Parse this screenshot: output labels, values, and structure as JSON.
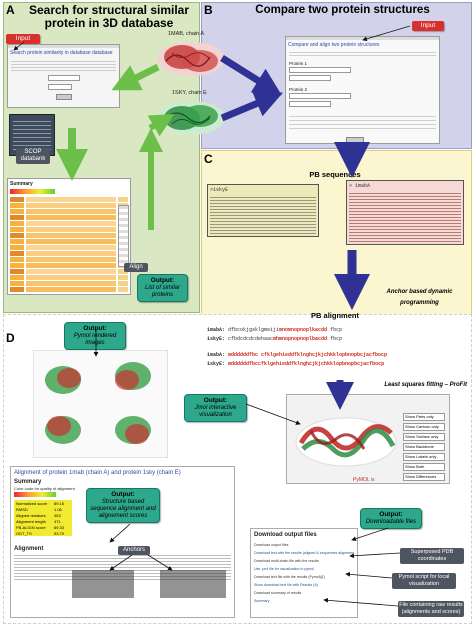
{
  "panelA": {
    "letter": "A",
    "title": "Search for structural similar protein in 3D database",
    "input_tag": "Input",
    "shot_title": "Search protein similarity in database database",
    "scop_tag": "SCOP databank",
    "results_title": "Summary",
    "align_tag": "Align",
    "output_label": "Output:",
    "output_text": "List of similar proteins"
  },
  "panelB": {
    "letter": "B",
    "title": "Compare two protein structures",
    "input_tag": "Input",
    "chain_a": "1MAB, chain A",
    "chain_e": "1SKY, chain E",
    "form_title": "Compare and align two protein structures",
    "field1": "Protein 1",
    "field2": "Protein 2"
  },
  "panelC": {
    "letter": "C",
    "pb_sequences": "PB sequences",
    "seq1_name": ">1skyE",
    "seq2_name": "> 1mabA",
    "anchor_step": "Anchor based dynamic programming",
    "pb_alignment": "PB alignment",
    "align_rows": [
      {
        "name": "1mabA:",
        "a": "dfbcokjgsklgmeiji",
        "b": "mnomnopnoplkacdd",
        "c": "fbcp"
      },
      {
        "name": "1skyE:",
        "a": "cfbdcdcdcdehaac",
        "b": "mhmnopnopnoplbacdd",
        "c": "fbcp"
      },
      {
        "name": "1mabA:",
        "a": "mddddddfbc cfklgehieddfklnghcjkjchkklopbnopbcjacfbocp",
        "b": "",
        "c": ""
      },
      {
        "name": "1skyE:",
        "a": "mddddddfbc",
        "b": "cfklgehieddfklnghcjkjchkklopbnopbcjacfbocp",
        "c": ""
      }
    ],
    "fit_step": "Least squares fitting – ProFit"
  },
  "panelD": {
    "letter": "D",
    "out1_label": "Output:",
    "out1_text": "Pymol rendered images",
    "out2_label": "Output:",
    "out2_text": "Jmol interactive visualization",
    "jmol_buttons": [
      "Show Pairs only",
      "Show Cartoon only",
      "Show Surface only",
      "Show Backbone",
      "Show Labels only",
      "Show Both",
      "Show Differences"
    ],
    "jmol_caption": "PyMOL is",
    "align_title": "Alignment of protein 1mab (chain A) and protein 1sky (chain E)",
    "summary": "Summary",
    "summary_colors_caption": "Color code for quality of alignment",
    "score_rows": [
      {
        "label": "Normalized score",
        "value": "89.15"
      },
      {
        "label": "RMSD",
        "value": "1.06"
      },
      {
        "label": "Aligned residues",
        "value": "453"
      },
      {
        "label": "Alignment length",
        "value": "471"
      },
      {
        "label": "PB-ALIGN score",
        "value": "89.33"
      },
      {
        "label": "GDT_TS",
        "value": "93.79"
      }
    ],
    "out3_label": "Output:",
    "out3_text": "Structure based sequence alignment and alignement scores",
    "anchors_tag": "Anchors",
    "alignment_heading": "Alignment",
    "out4_label": "Output:",
    "out4_text": "Downloadable files",
    "download_title": "Download output files",
    "download_rows": [
      "Download output files",
      "Download text with the results (aligned & sequences alignment score)",
      "Download multi-chain file with the results",
      "Use .pml file for visualization in pymol",
      "Download text file with the results (Pymol)[1]",
      "Show download text file with Results (A)",
      "Download summary of results",
      "Summary"
    ],
    "tag_superposed": "Superposed PDB coordinates",
    "tag_pymol": "Pymol script for local visualization",
    "tag_raw": "File containing raw results (alignments and scores)"
  },
  "colors": {
    "arrow_green": "#6cc04a",
    "arrow_blue": "#2f3195",
    "bubble_teal": "#2ea88c",
    "input_red": "#d8302c",
    "result_orange": "#f6b23f",
    "score_yellow": "#f2ea2e"
  }
}
